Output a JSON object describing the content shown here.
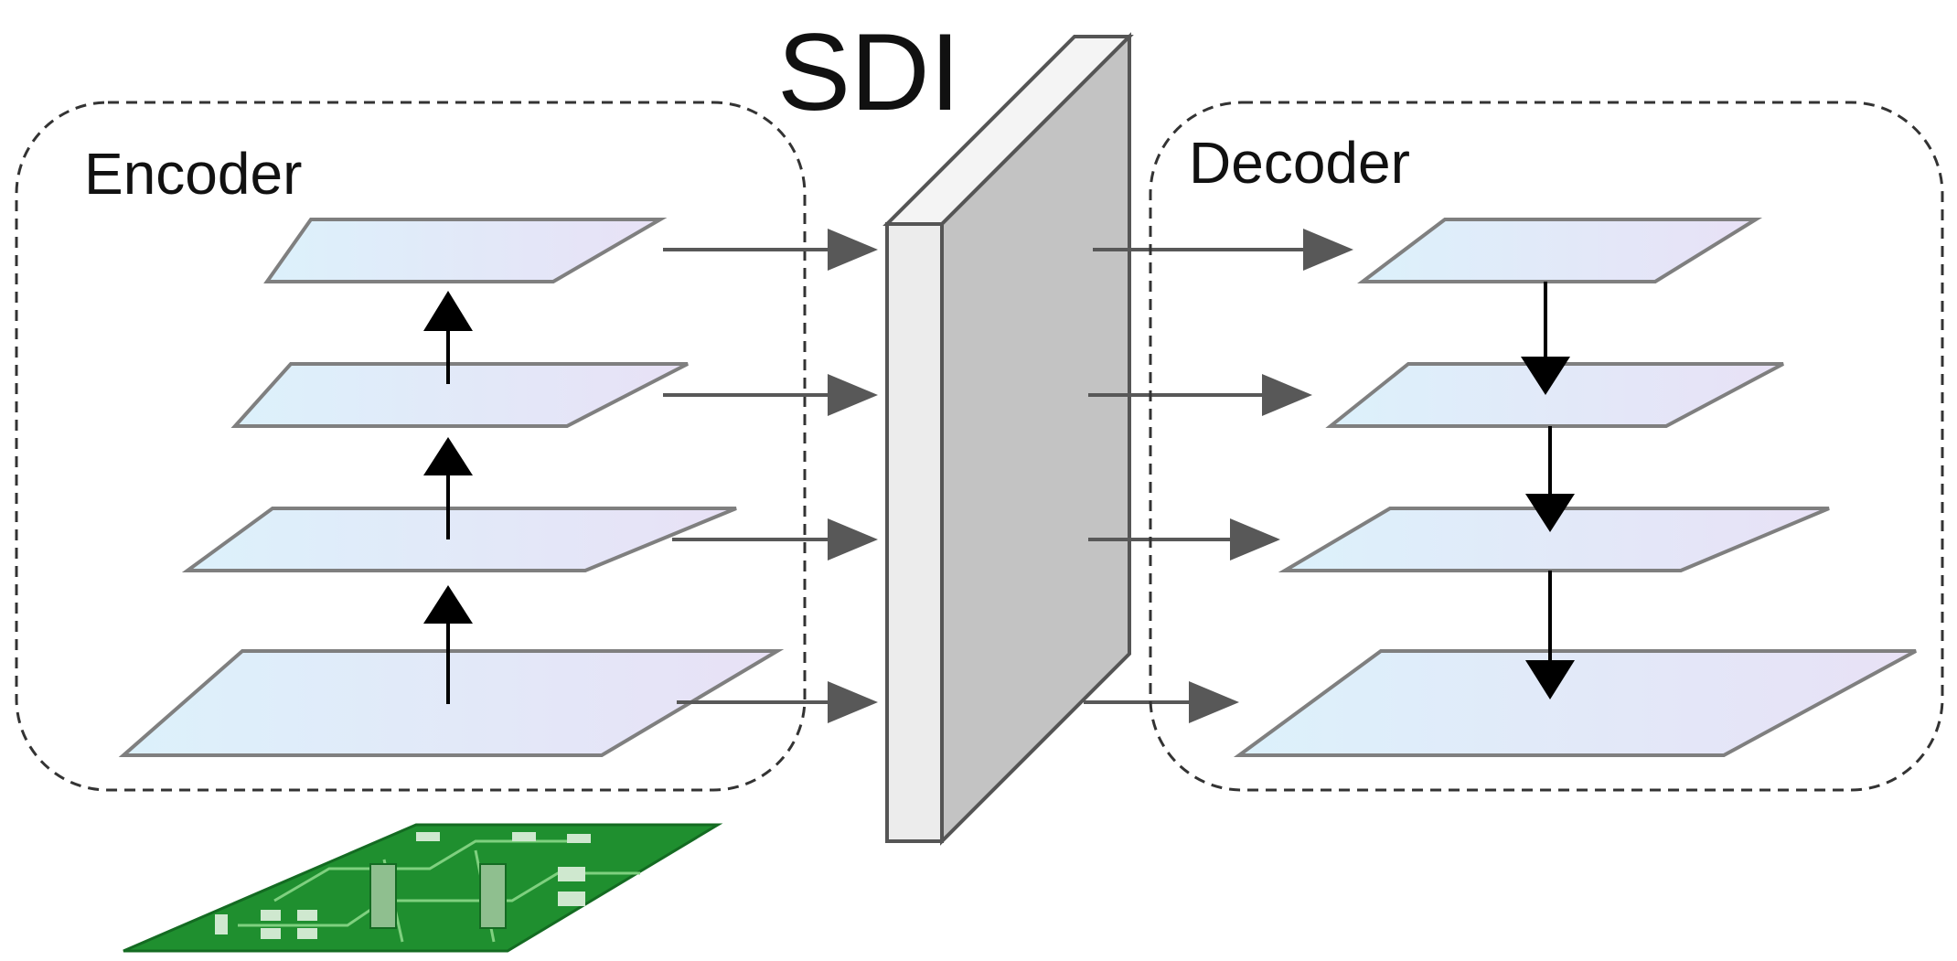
{
  "title": "SDI",
  "encoder": {
    "label": "Encoder",
    "layer_count": 4,
    "flow": "up"
  },
  "decoder": {
    "label": "Decoder",
    "layer_count": 4,
    "flow": "down"
  },
  "colors": {
    "layer_fill_start": "#dcf1fb",
    "layer_fill_end": "#e8e1f6",
    "layer_stroke": "#7f7f7f",
    "panel_front": "#ececec",
    "panel_top": "#f4f4f4",
    "panel_side": "#c3c3c3",
    "panel_stroke": "#555555",
    "arrow_gray": "#585858",
    "arrow_black": "#000000",
    "dashed_border": "#333333",
    "pcb_green": "#1f8f2f",
    "pcb_dark": "#146b22",
    "pcb_chip": "#8fbf8f"
  },
  "icons": {
    "pcb": "circuit-board-icon"
  }
}
